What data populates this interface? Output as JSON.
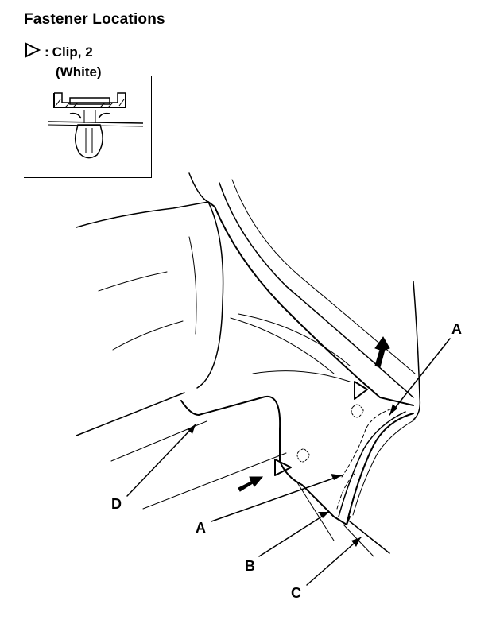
{
  "title": "Fastener Locations",
  "legend": {
    "symbol": "triangle-outline-icon",
    "separator": ":",
    "item": "Clip, 2",
    "color_note": "(White)"
  },
  "labels": {
    "a1": "A",
    "a2": "A",
    "b": "B",
    "c": "C",
    "d": "D"
  }
}
